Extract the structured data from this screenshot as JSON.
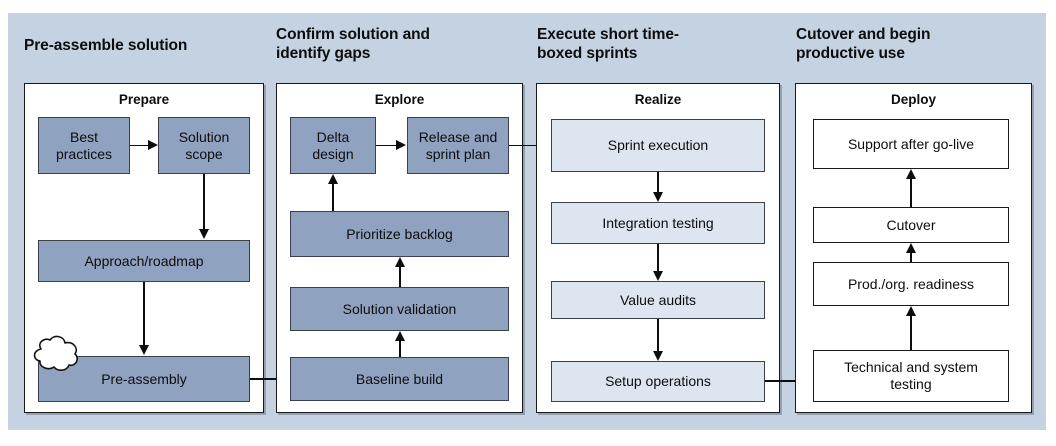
{
  "diagram": {
    "title_visible": false,
    "background_color": "#c5d2e2",
    "phases": [
      {
        "header": "Pre-assemble solution",
        "panel_title": "Prepare",
        "node_fill": "#8fa2bf",
        "nodes": [
          {
            "id": "best-practices",
            "label": "Best\npractices"
          },
          {
            "id": "solution-scope",
            "label": "Solution\nscope"
          },
          {
            "id": "approach-roadmap",
            "label": "Approach/roadmap"
          },
          {
            "id": "pre-assembly",
            "label": "Pre-assembly"
          }
        ],
        "decorations": [
          {
            "id": "cloud",
            "type": "cloud-shape"
          }
        ]
      },
      {
        "header": "Confirm solution and\nidentify gaps",
        "panel_title": "Explore",
        "node_fill": "#8fa2bf",
        "nodes": [
          {
            "id": "delta-design",
            "label": "Delta\ndesign"
          },
          {
            "id": "release-sprint-plan",
            "label": "Release and\nsprint plan"
          },
          {
            "id": "prioritize-backlog",
            "label": "Prioritize backlog"
          },
          {
            "id": "solution-validation",
            "label": "Solution validation"
          },
          {
            "id": "baseline-build",
            "label": "Baseline build"
          }
        ]
      },
      {
        "header": "Execute short time-\nboxed sprints",
        "panel_title": "Realize",
        "node_fill": "#dce5f0",
        "nodes": [
          {
            "id": "sprint-execution",
            "label": "Sprint execution"
          },
          {
            "id": "integration-testing",
            "label": "Integration testing"
          },
          {
            "id": "value-audits",
            "label": "Value audits"
          },
          {
            "id": "setup-operations",
            "label": "Setup operations"
          }
        ]
      },
      {
        "header": "Cutover and begin\nproductive use",
        "panel_title": "Deploy",
        "node_fill": "#ffffff",
        "nodes": [
          {
            "id": "support-after-go-live",
            "label": "Support after go-live"
          },
          {
            "id": "cutover",
            "label": "Cutover"
          },
          {
            "id": "prod-org-readiness",
            "label": "Prod./org. readiness"
          },
          {
            "id": "technical-system-testing",
            "label": "Technical and system\ntesting"
          }
        ]
      }
    ],
    "flows": [
      {
        "from": "best-practices",
        "to": "solution-scope",
        "dir": "right"
      },
      {
        "from": "solution-scope",
        "to": "approach-roadmap",
        "dir": "down"
      },
      {
        "from": "approach-roadmap",
        "to": "pre-assembly",
        "dir": "down"
      },
      {
        "from": "pre-assembly",
        "to": "baseline-build",
        "dir": "right"
      },
      {
        "from": "baseline-build",
        "to": "solution-validation",
        "dir": "up"
      },
      {
        "from": "solution-validation",
        "to": "prioritize-backlog",
        "dir": "up"
      },
      {
        "from": "prioritize-backlog",
        "to": "delta-design",
        "dir": "up"
      },
      {
        "from": "delta-design",
        "to": "release-sprint-plan",
        "dir": "right"
      },
      {
        "from": "release-sprint-plan",
        "to": "sprint-execution",
        "dir": "right"
      },
      {
        "from": "sprint-execution",
        "to": "integration-testing",
        "dir": "down"
      },
      {
        "from": "integration-testing",
        "to": "value-audits",
        "dir": "down"
      },
      {
        "from": "value-audits",
        "to": "setup-operations",
        "dir": "down"
      },
      {
        "from": "setup-operations",
        "to": "technical-system-testing",
        "dir": "right"
      },
      {
        "from": "technical-system-testing",
        "to": "prod-org-readiness",
        "dir": "up"
      },
      {
        "from": "prod-org-readiness",
        "to": "cutover",
        "dir": "up"
      },
      {
        "from": "cutover",
        "to": "support-after-go-live",
        "dir": "up"
      }
    ]
  }
}
